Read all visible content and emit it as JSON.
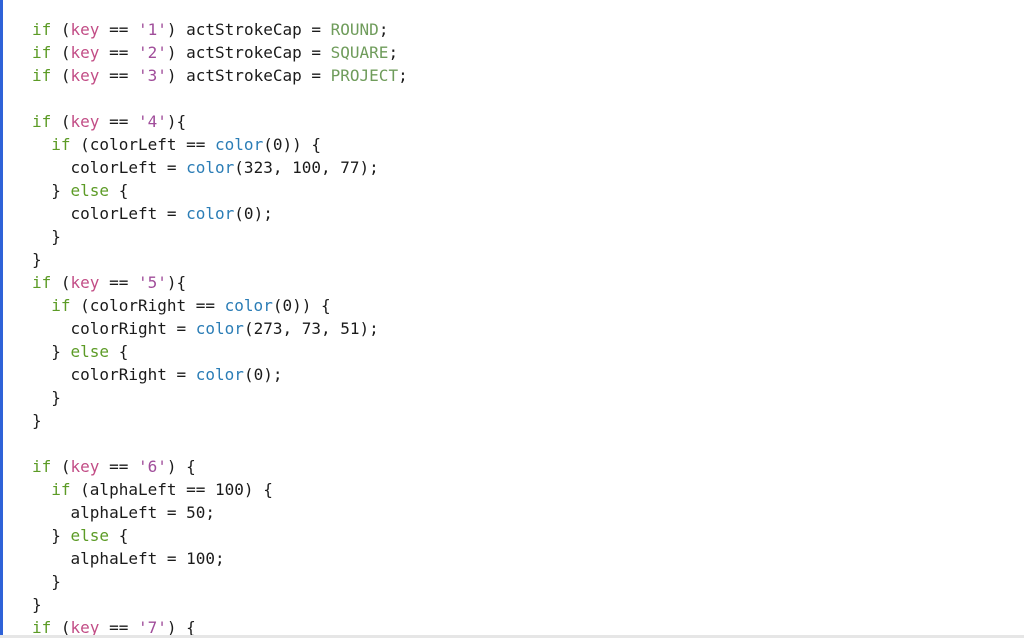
{
  "code_lines": [
    [
      {
        "t": "kw",
        "v": "if"
      },
      {
        "t": "pl",
        "v": " ("
      },
      {
        "t": "var",
        "v": "key"
      },
      {
        "t": "pl",
        "v": " == "
      },
      {
        "t": "str",
        "v": "'1'"
      },
      {
        "t": "pl",
        "v": ") actStrokeCap = "
      },
      {
        "t": "cst",
        "v": "ROUND"
      },
      {
        "t": "pl",
        "v": ";"
      }
    ],
    [
      {
        "t": "kw",
        "v": "if"
      },
      {
        "t": "pl",
        "v": " ("
      },
      {
        "t": "var",
        "v": "key"
      },
      {
        "t": "pl",
        "v": " == "
      },
      {
        "t": "str",
        "v": "'2'"
      },
      {
        "t": "pl",
        "v": ") actStrokeCap = "
      },
      {
        "t": "cst",
        "v": "SQUARE"
      },
      {
        "t": "pl",
        "v": ";"
      }
    ],
    [
      {
        "t": "kw",
        "v": "if"
      },
      {
        "t": "pl",
        "v": " ("
      },
      {
        "t": "var",
        "v": "key"
      },
      {
        "t": "pl",
        "v": " == "
      },
      {
        "t": "str",
        "v": "'3'"
      },
      {
        "t": "pl",
        "v": ") actStrokeCap = "
      },
      {
        "t": "cst",
        "v": "PROJECT"
      },
      {
        "t": "pl",
        "v": ";"
      }
    ],
    [],
    [
      {
        "t": "kw",
        "v": "if"
      },
      {
        "t": "pl",
        "v": " ("
      },
      {
        "t": "var",
        "v": "key"
      },
      {
        "t": "pl",
        "v": " == "
      },
      {
        "t": "str",
        "v": "'4'"
      },
      {
        "t": "pl",
        "v": "){"
      }
    ],
    [
      {
        "t": "pl",
        "v": "  "
      },
      {
        "t": "kw",
        "v": "if"
      },
      {
        "t": "pl",
        "v": " (colorLeft == "
      },
      {
        "t": "fn",
        "v": "color"
      },
      {
        "t": "pl",
        "v": "(0)) {"
      }
    ],
    [
      {
        "t": "pl",
        "v": "    colorLeft = "
      },
      {
        "t": "fn",
        "v": "color"
      },
      {
        "t": "pl",
        "v": "(323, 100, 77);"
      }
    ],
    [
      {
        "t": "pl",
        "v": "  } "
      },
      {
        "t": "kw",
        "v": "else"
      },
      {
        "t": "pl",
        "v": " {"
      }
    ],
    [
      {
        "t": "pl",
        "v": "    colorLeft = "
      },
      {
        "t": "fn",
        "v": "color"
      },
      {
        "t": "pl",
        "v": "(0);"
      }
    ],
    [
      {
        "t": "pl",
        "v": "  }"
      }
    ],
    [
      {
        "t": "pl",
        "v": "}"
      }
    ],
    [
      {
        "t": "kw",
        "v": "if"
      },
      {
        "t": "pl",
        "v": " ("
      },
      {
        "t": "var",
        "v": "key"
      },
      {
        "t": "pl",
        "v": " == "
      },
      {
        "t": "str",
        "v": "'5'"
      },
      {
        "t": "pl",
        "v": "){"
      }
    ],
    [
      {
        "t": "pl",
        "v": "  "
      },
      {
        "t": "kw",
        "v": "if"
      },
      {
        "t": "pl",
        "v": " (colorRight == "
      },
      {
        "t": "fn",
        "v": "color"
      },
      {
        "t": "pl",
        "v": "(0)) {"
      }
    ],
    [
      {
        "t": "pl",
        "v": "    colorRight = "
      },
      {
        "t": "fn",
        "v": "color"
      },
      {
        "t": "pl",
        "v": "(273, 73, 51);"
      }
    ],
    [
      {
        "t": "pl",
        "v": "  } "
      },
      {
        "t": "kw",
        "v": "else"
      },
      {
        "t": "pl",
        "v": " {"
      }
    ],
    [
      {
        "t": "pl",
        "v": "    colorRight = "
      },
      {
        "t": "fn",
        "v": "color"
      },
      {
        "t": "pl",
        "v": "(0);"
      }
    ],
    [
      {
        "t": "pl",
        "v": "  }"
      }
    ],
    [
      {
        "t": "pl",
        "v": "}"
      }
    ],
    [],
    [
      {
        "t": "kw",
        "v": "if"
      },
      {
        "t": "pl",
        "v": " ("
      },
      {
        "t": "var",
        "v": "key"
      },
      {
        "t": "pl",
        "v": " == "
      },
      {
        "t": "str",
        "v": "'6'"
      },
      {
        "t": "pl",
        "v": ") {"
      }
    ],
    [
      {
        "t": "pl",
        "v": "  "
      },
      {
        "t": "kw",
        "v": "if"
      },
      {
        "t": "pl",
        "v": " (alphaLeft == 100) {"
      }
    ],
    [
      {
        "t": "pl",
        "v": "    alphaLeft = 50;"
      }
    ],
    [
      {
        "t": "pl",
        "v": "  } "
      },
      {
        "t": "kw",
        "v": "else"
      },
      {
        "t": "pl",
        "v": " {"
      }
    ],
    [
      {
        "t": "pl",
        "v": "    alphaLeft = 100;"
      }
    ],
    [
      {
        "t": "pl",
        "v": "  }"
      }
    ],
    [
      {
        "t": "pl",
        "v": "}"
      }
    ],
    [
      {
        "t": "kw",
        "v": "if"
      },
      {
        "t": "pl",
        "v": " ("
      },
      {
        "t": "var",
        "v": "key"
      },
      {
        "t": "pl",
        "v": " == "
      },
      {
        "t": "str",
        "v": "'7'"
      },
      {
        "t": "pl",
        "v": ") {"
      }
    ]
  ],
  "colors": {
    "keyword": "#5c9b26",
    "variable": "#c24d86",
    "string": "#a04d9a",
    "constant": "#6f9c5b",
    "function": "#2b7db6",
    "text": "#1b1b1b",
    "accent_bar": "#2f62d8"
  }
}
